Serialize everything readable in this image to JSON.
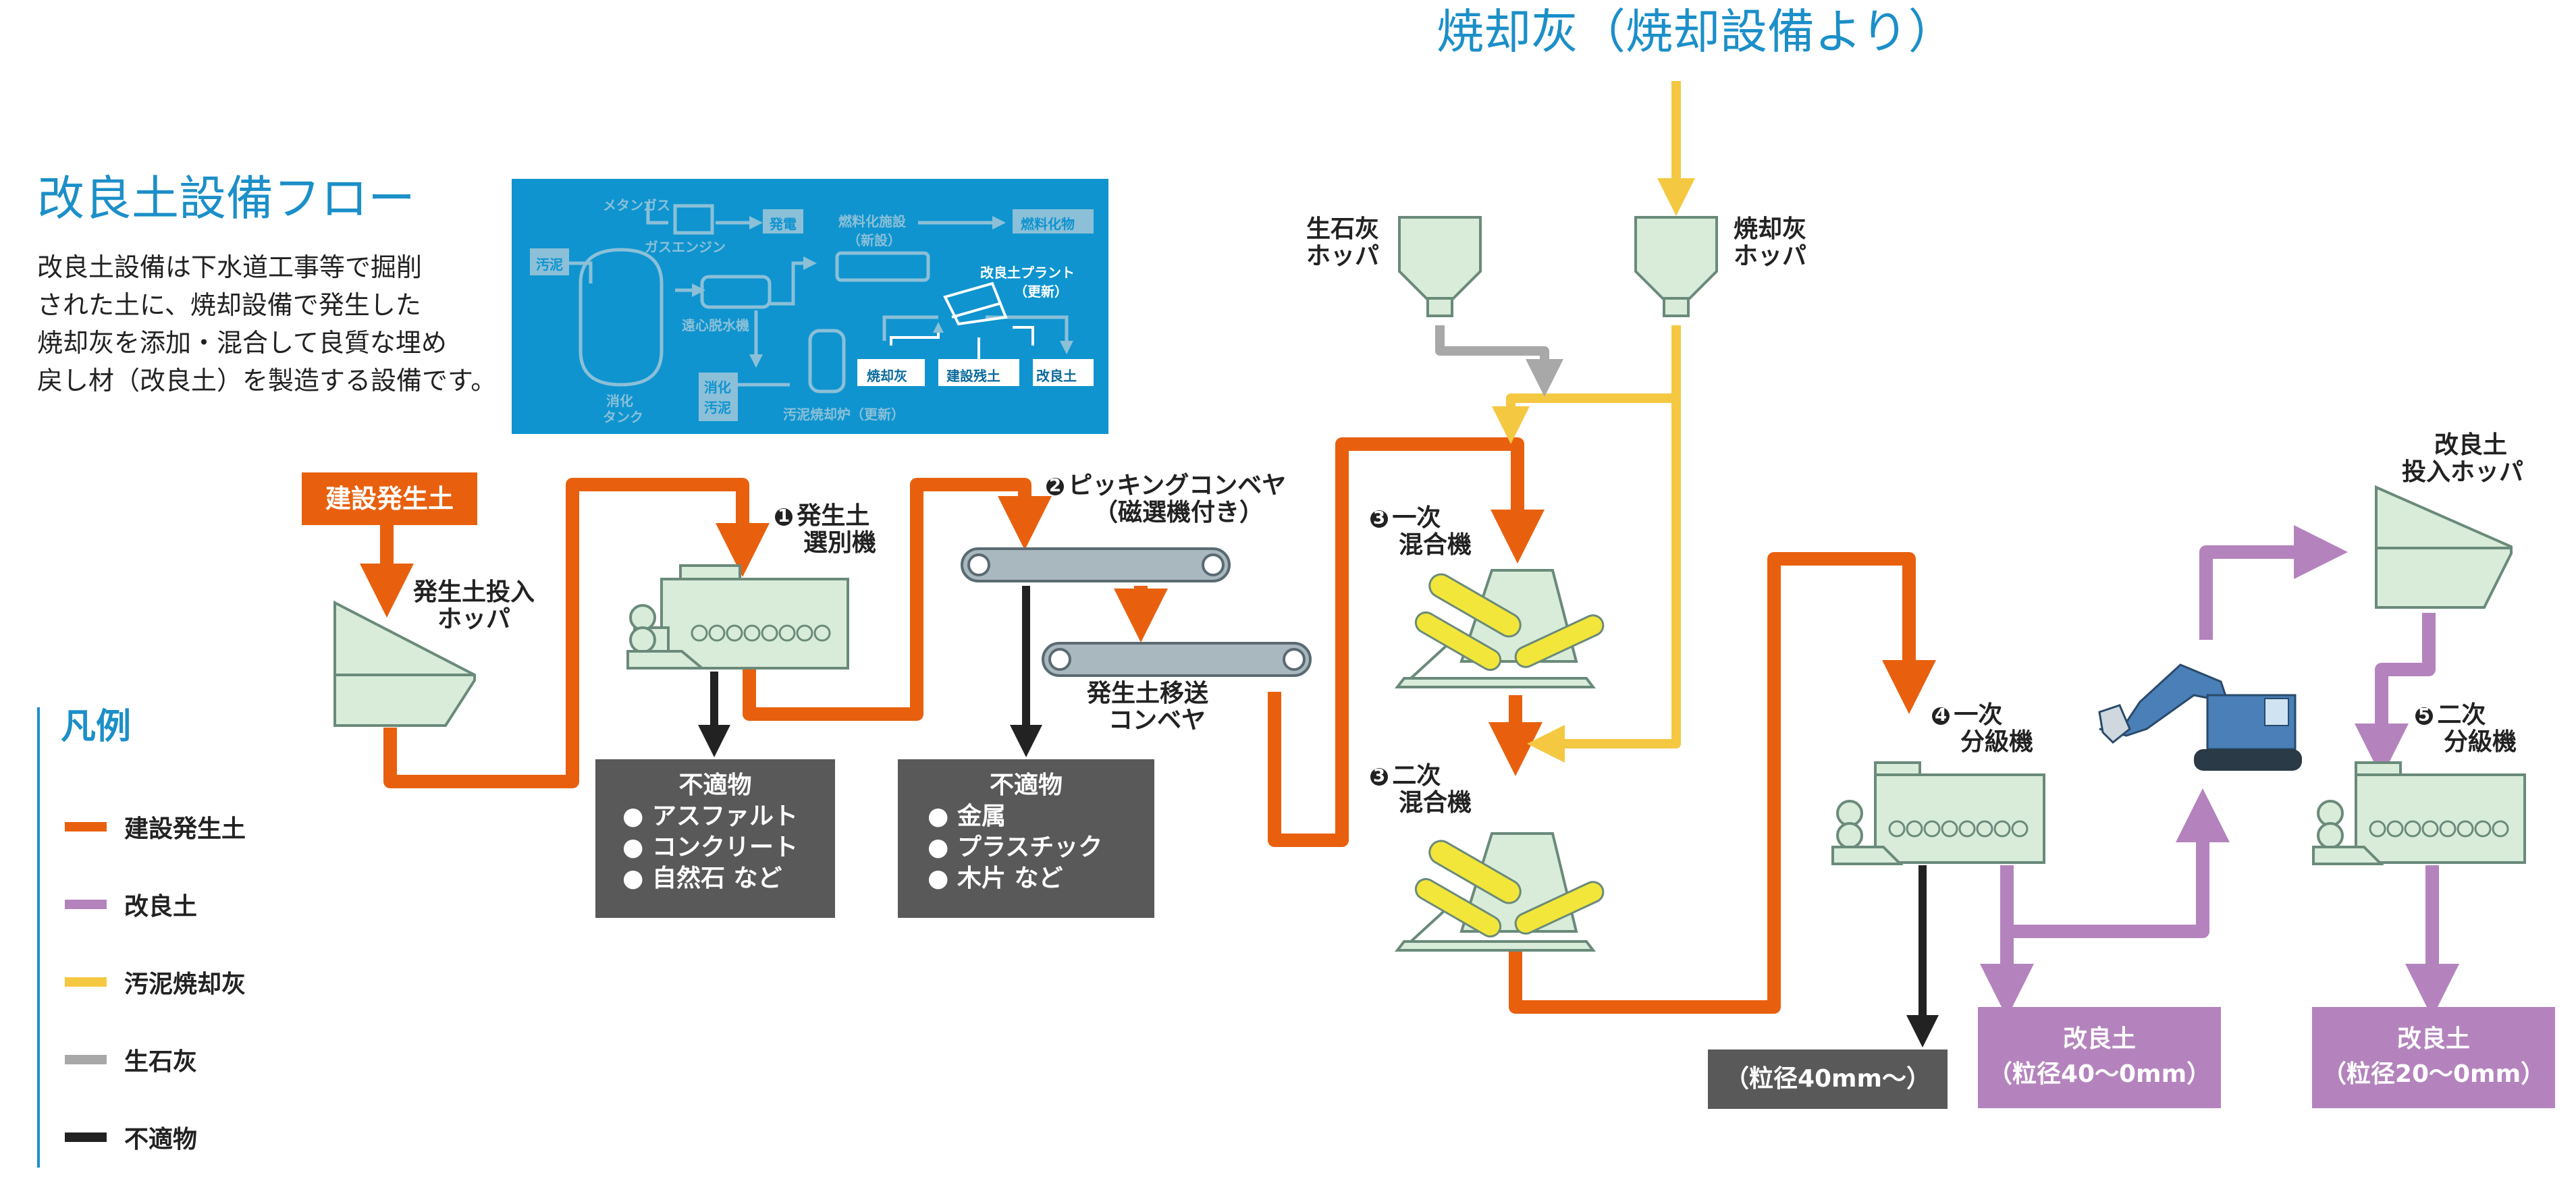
{
  "header": {
    "ash_source_title": "焼却灰（焼却設備より）",
    "page_title": "改良土設備フロー",
    "description_lines": [
      "改良土設備は下水道工事等で掘削",
      "された土に、焼却設備で発生した",
      "焼却灰を添加・混合して良質な埋め",
      "戻し材（改良土）を製造する設備です。"
    ]
  },
  "inset": {
    "labels": {
      "methane_gas": "メタンガス",
      "power": "発電",
      "gas_engine": "ガスエンジン",
      "fuel_facility": "燃料化施設",
      "fuel_facility_new": "（新設）",
      "fuel_product": "燃料化物",
      "sludge": "汚泥",
      "dewatering": "遠心脱水機",
      "plant": "改良土プラント",
      "plant_renew": "（更新）",
      "digestion_tank_1": "消化",
      "digestion_tank_2": "タンク",
      "digested_sludge_1": "消化",
      "digested_sludge_2": "汚泥",
      "incinerator": "汚泥焼却炉（更新）",
      "ash": "焼却灰",
      "soil": "建設残土",
      "improved": "改良土"
    }
  },
  "flow": {
    "soil_source": "建設発生土",
    "hopper_label": [
      "発生土投入",
      "ホッパ"
    ],
    "sorter_num": "1",
    "sorter_label": [
      "発生土",
      "選別機"
    ],
    "picking_num": "2",
    "picking_label": [
      "ピッキングコンベヤ",
      "（磁選機付き）"
    ],
    "transfer_label": [
      "発生土移送",
      "コンベヤ"
    ],
    "lime_hopper": [
      "生石灰",
      "ホッパ"
    ],
    "ash_hopper": [
      "焼却灰",
      "ホッパ"
    ],
    "mixer1_num": "3",
    "mixer1_label": [
      "一次",
      "混合機"
    ],
    "mixer2_num": "3",
    "mixer2_label": [
      "二次",
      "混合機"
    ],
    "classifier1_num": "4",
    "classifier1_label": [
      "一次",
      "分級機"
    ],
    "classifier2_num": "5",
    "classifier2_label": [
      "二次",
      "分級機"
    ],
    "feed_hopper_label": [
      "改良土",
      "投入ホッパ"
    ],
    "reject1": {
      "title": "不適物",
      "items": [
        "● アスファルト",
        "● コンクリート",
        "● 自然石 など"
      ]
    },
    "reject2": {
      "title": "不適物",
      "items": [
        "● 金属",
        "● プラスチック",
        "● 木片 など"
      ]
    },
    "out_coarse": "（粒径40mm〜）",
    "out_improved1": [
      "改良土",
      "（粒径40〜0mm）"
    ],
    "out_improved2": [
      "改良土",
      "（粒径20〜0mm）"
    ]
  },
  "legend": {
    "title": "凡例",
    "items": [
      {
        "label": "建設発生土",
        "color": "#e8600e"
      },
      {
        "label": "改良土",
        "color": "#b483bd"
      },
      {
        "label": "汚泥焼却灰",
        "color": "#f5c842"
      },
      {
        "label": "生石灰",
        "color": "#a8a8a8"
      },
      {
        "label": "不適物",
        "color": "#222222"
      }
    ]
  },
  "colors": {
    "accent": "#1b8fc8",
    "soil": "#e8600e",
    "improved": "#b483bd",
    "ash": "#f5c842",
    "lime": "#a8a8a8",
    "reject": "#222222",
    "equipment": "#d8ecd9",
    "inset_bg": "#0f94cf",
    "dark_box": "#595959"
  }
}
